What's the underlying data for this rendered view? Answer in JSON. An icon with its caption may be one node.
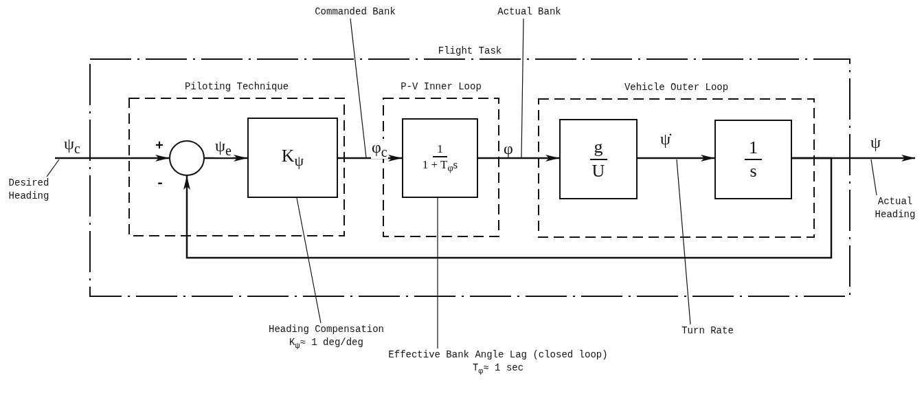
{
  "diagram": {
    "nodes": [
      {
        "text": [
          "Flight Task"
        ]
      },
      {
        "text": [
          "Piloting Technique"
        ],
        "in": 0
      },
      {
        "text": [],
        "shape": "circle",
        "in": 1
      },
      {
        "text": [
          "K$_{ψ}$"
        ],
        "in": 1
      },
      {
        "text": [
          "P-V Inner Loop"
        ],
        "in": 0
      },
      {
        "text": [
          "1",
          "1 + T$_{φ}$s"
        ],
        "in": 4
      },
      {
        "text": [
          "Vehicle Outer Loop"
        ],
        "in": 0
      },
      {
        "text": [
          "g",
          "U"
        ],
        "in": 6
      },
      {
        "text": [
          "1",
          "s"
        ],
        "in": 6
      },
      {
        "text": [
          "Commanded Bank"
        ]
      },
      {
        "text": [
          "Actual Bank"
        ]
      },
      {
        "text": [
          "Desired Heading"
        ]
      },
      {
        "text": [
          "Actual Heading"
        ]
      },
      {
        "text": [
          "Heading Compensation",
          "K$_{ψ}$≈ 1 deg/deg"
        ]
      },
      {
        "text": [
          "Effective Bank Angle Lag (closed loop)",
          "T$_{φ}$≈ 1 sec"
        ]
      },
      {
        "text": [
          "Turn Rate"
        ]
      }
    ],
    "edges": [
      {
        "from": null,
        "to": 2,
        "arrow": "to",
        "label": "ψ$_{c}$"
      },
      {
        "from": 2,
        "to": 3,
        "arrow": "to",
        "label": "ψ$_{e}$"
      },
      {
        "from": 3,
        "to": 5,
        "arrow": "to",
        "label": "φ$_{c}$"
      },
      {
        "from": 5,
        "to": 7,
        "arrow": "to",
        "label": "φ"
      },
      {
        "from": 7,
        "to": 8,
        "arrow": "to",
        "label": "ψ̇"
      },
      {
        "from": 8,
        "to": null,
        "arrow": "to",
        "label": "ψ"
      },
      {
        "from": 8,
        "to": 2,
        "arrow": "to"
      },
      {
        "from": 9,
        "to": null,
        "arrow": "none"
      },
      {
        "from": 10,
        "to": null,
        "arrow": "none"
      },
      {
        "from": 11,
        "to": null,
        "arrow": "none"
      },
      {
        "from": 12,
        "to": null,
        "arrow": "none"
      },
      {
        "from": 13,
        "to": 3,
        "arrow": "none"
      },
      {
        "from": 14,
        "to": 5,
        "arrow": "none"
      },
      {
        "from": 15,
        "to": null,
        "arrow": "none"
      }
    ],
    "labels": [
      "+",
      "-"
    ]
  }
}
